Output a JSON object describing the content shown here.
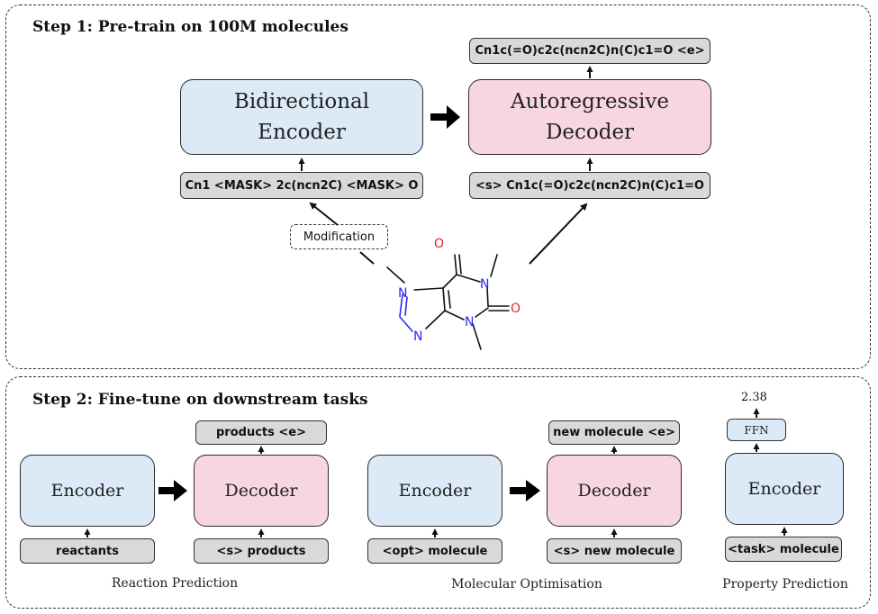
{
  "step1": {
    "title": "Step 1: Pre-train on 100M molecules",
    "encoder_label": "Bidirectional\nEncoder",
    "decoder_label": "Autoregressive\nDecoder",
    "encoder_input": "Cn1 <MASK> 2c(ncn2C) <MASK> O",
    "decoder_input": "<s> Cn1c(=O)c2c(ncn2C)n(C)c1=O",
    "decoder_output": "Cn1c(=O)c2c(ncn2C)n(C)c1=O <e>",
    "modification_label": "Modification",
    "molecule_atoms": {
      "o_top": "O",
      "n1": "N",
      "n7": "N",
      "o_right": "O",
      "n9": "N",
      "n3": "N"
    }
  },
  "step2": {
    "title": "Step 2: Fine-tune on downstream tasks",
    "reaction": {
      "encoder_label": "Encoder",
      "decoder_label": "Decoder",
      "encoder_input": "reactants",
      "decoder_input": "<s> products",
      "decoder_output": "products <e>",
      "caption": "Reaction Prediction"
    },
    "optimisation": {
      "encoder_label": "Encoder",
      "decoder_label": "Decoder",
      "encoder_input": "<opt> molecule",
      "decoder_input": "<s> new molecule",
      "decoder_output": "new molecule <e>",
      "caption": "Molecular Optimisation"
    },
    "property": {
      "encoder_label": "Encoder",
      "ffn_label": "FFN",
      "input": "<task> molecule",
      "output_value": "2.38",
      "caption": "Property Prediction"
    }
  },
  "colors": {
    "encoder": "#dbeaf6",
    "decoder": "#f7d6df",
    "token": "#d9d9d9",
    "oxygen": "#e8231d",
    "nitrogen": "#2a2af0"
  }
}
